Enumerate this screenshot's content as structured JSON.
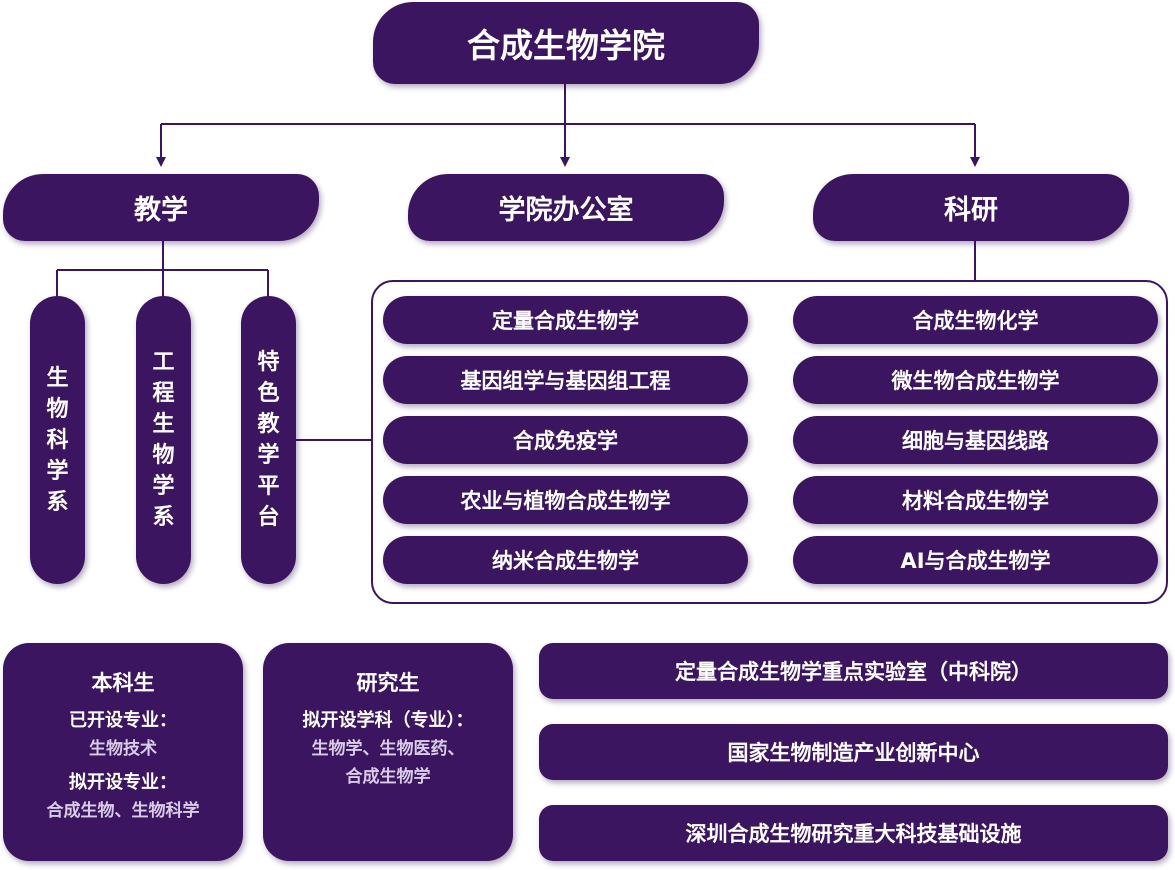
{
  "root": {
    "title": "合成生物学院"
  },
  "level1": {
    "teaching": "教学",
    "office": "学院办公室",
    "research": "科研"
  },
  "teaching_units": [
    "生物科学系",
    "工程生物学系",
    "特色教学平台"
  ],
  "research_groups": {
    "left": [
      "定量合成生物学",
      "基因组学与基因组工程",
      "合成免疫学",
      "农业与植物合成生物学",
      "纳米合成生物学"
    ],
    "right": [
      "合成生物化学",
      "微生物合成生物学",
      "细胞与基因线路",
      "材料合成生物学",
      "AI与合成生物学"
    ]
  },
  "undergrad": {
    "title": "本科生",
    "open_label": "已开设专业：",
    "open_value": "生物技术",
    "plan_label": "拟开设专业：",
    "plan_value": "合成生物、生物科学"
  },
  "graduate": {
    "title": "研究生",
    "plan_label": "拟开设学科（专业）：",
    "plan_value": "生物学、生物医药、\n合成生物学"
  },
  "platforms": [
    "定量合成生物学重点实验室（中科院）",
    "国家生物制造产业创新中心",
    "深圳合成生物研究重大科技基础设施"
  ],
  "colors": {
    "primary": "#3c1560",
    "muted_text": "#d9cce6",
    "background": "#ffffff"
  }
}
